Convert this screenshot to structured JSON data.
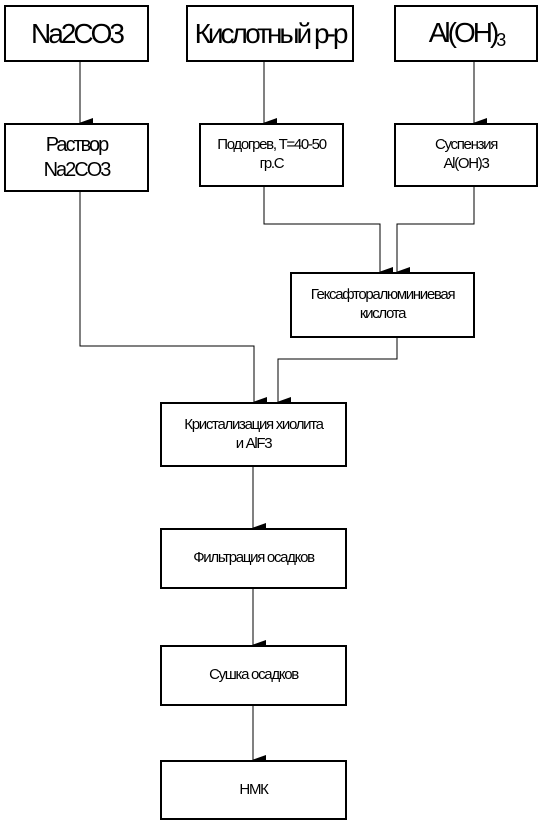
{
  "diagram": {
    "na2co3": "Na2CO3",
    "acid": "Кислотный р-р",
    "aloh_main": "Al(OH)",
    "aloh_sub": "3",
    "rastvor_line1": "Раствор",
    "rastvor_line2": "Na2CO3",
    "heat_line1": "Подогрев, T=40-50",
    "heat_line2": "гр.С",
    "susp_line1": "Суспензия",
    "susp_line2": "Al(OH)3",
    "hfa_line1": "Гексафторалюминиевая",
    "hfa_line2": "кислота",
    "cryst_line1": "Кристализация хиолита",
    "cryst_line2": "и AlF3",
    "filt": "Фильтрация осадков",
    "dry": "Сушка осадков",
    "nmk": "НМК"
  }
}
